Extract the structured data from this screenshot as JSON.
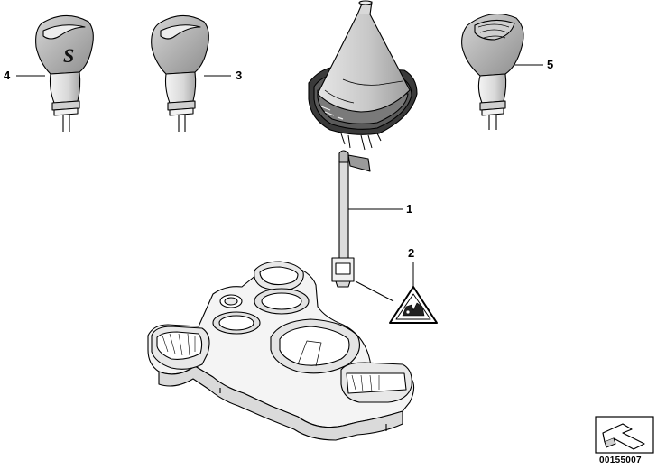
{
  "callouts": {
    "c1": "1",
    "c2": "2",
    "c3": "3",
    "c4": "4",
    "c5": "5"
  },
  "knob_monogram": "S",
  "diagram_number": "00155007",
  "colors": {
    "line": "#000000",
    "knob_top": "#b8b8b8",
    "knob_body": "#e4e4e4",
    "boot": "#cfcfcf",
    "background": "#ffffff"
  },
  "icons": {
    "warning_label": "warning-triangle-icon",
    "orientation_arrow": "orientation-arrow-icon"
  }
}
